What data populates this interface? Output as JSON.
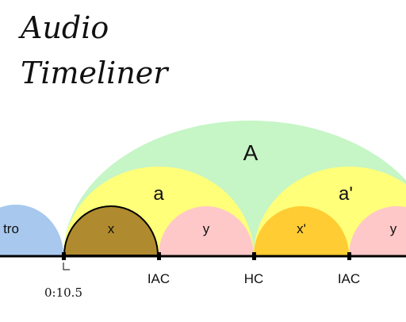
{
  "app": {
    "title_line1": "Audio",
    "title_line2": "Timeliner"
  },
  "timeline": {
    "playhead_time": "0:10.5",
    "colors": {
      "section_A": "#c6f5c6",
      "phrase": "#ffff7a",
      "y": "#ffc8c8",
      "x": "#b08a2e",
      "x_prime": "#ffcc33",
      "intro": "#a8c8ee",
      "baseline": "#000000"
    },
    "segments": [
      {
        "id": "intro",
        "label": "tro",
        "color": "#a8c8ee"
      },
      {
        "id": "A",
        "label": "A",
        "color": "#c6f5c6"
      },
      {
        "id": "a",
        "label": "a",
        "color": "#ffff7a"
      },
      {
        "id": "a-prime",
        "label": "a'",
        "color": "#ffff7a"
      },
      {
        "id": "x",
        "label": "x",
        "color": "#b08a2e"
      },
      {
        "id": "y-1",
        "label": "y",
        "color": "#ffc8c8"
      },
      {
        "id": "x-prime",
        "label": "x'",
        "color": "#ffcc33"
      },
      {
        "id": "y-2",
        "label": "y",
        "color": "#ffc8c8"
      }
    ],
    "markers": [
      {
        "id": "iac-1",
        "label": "IAC"
      },
      {
        "id": "hc",
        "label": "HC"
      },
      {
        "id": "iac-2",
        "label": "IAC"
      }
    ]
  }
}
